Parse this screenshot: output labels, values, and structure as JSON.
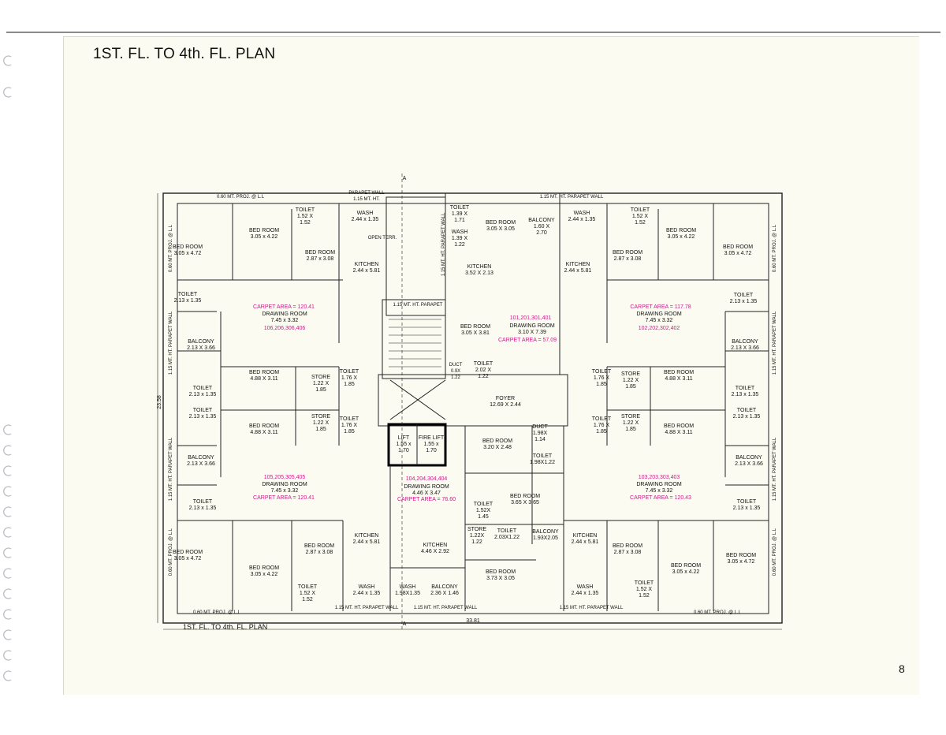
{
  "page": {
    "title": "1ST. FL. TO 4th. FL. PLAN",
    "caption": "1ST. FL. TO 4th. FL. PLAN",
    "page_number": "8"
  },
  "colors": {
    "wall": "#222222",
    "accent_pink": "#d0188a",
    "paper": "#fbfbf1",
    "lift_box": "#000000"
  },
  "plan": {
    "dimensions": {
      "width": "33.81",
      "height": "23.58",
      "section_a": "A"
    },
    "edge_notes": {
      "top_left": "0.60 MT. PROJ. @ L.L",
      "top_parapet": "PARAPET WALL\n1.15 MT. HT.",
      "top_right": "1.15 MT. HT. PARAPET WALL",
      "bottom_left": "0.60 MT. PROJ. @ L.L",
      "bottom_mid_left": "1.15 MT. HT. PARAPET WALL",
      "bottom_mid": "1.15 MT. HT. PARAPET WALL",
      "bottom_mid_right": "1.15 MT. HT. PARAPET WALL",
      "bottom_right": "0.60 MT. PROJ. @ L.L",
      "left_top": "0.60 MT. PROJ. @ L.L",
      "left_mid_top": "1.15 MT. HT. PARAPET WALL",
      "left_mid_bottom": "1.15 MT. HT. PARAPET WALL",
      "left_bottom": "0.60 MT. PROJ. @ L.L",
      "right_top": "0.60 MT. PROJ. @ L.L",
      "right_mid_top": "1.15 MT. HT. PARAPET WALL",
      "right_mid_bottom": "1.15 MT. HT. PARAPET WALL",
      "right_bottom": "0.60 MT. PROJ. @ L.L",
      "stair_parapet": "1.15 MT. HT. PARAPET",
      "open_terr": "OPEN TERR.",
      "vertical_parapet": "1.15 MT. HT. PARAPET WALL"
    },
    "rooms": [
      {
        "id": "tl-toilet-top",
        "text": "TOILET\n1.52 X\n1.52"
      },
      {
        "id": "tl-wash",
        "text": "WASH\n2.44 x 1.35"
      },
      {
        "id": "tl-bed-1",
        "text": "BED ROOM\n3.05 x 4.22"
      },
      {
        "id": "tl-bed-2",
        "text": "BED ROOM\n3.05 x 4.72"
      },
      {
        "id": "tl-bed-3",
        "text": "BED ROOM\n2.87 x 3.08"
      },
      {
        "id": "tl-kitchen",
        "text": "KITCHEN\n2.44 x 5.81"
      },
      {
        "id": "tl-toilet-side",
        "text": "TOILET\n2.13 x 1.35"
      },
      {
        "id": "tl-carpet",
        "text": "CARPET AREA = 120.41"
      },
      {
        "id": "tl-drawing",
        "text": "DRAWING ROOM\n7.45 x 3.32"
      },
      {
        "id": "tl-units",
        "text": "106,206,306,406"
      },
      {
        "id": "tl-balcony",
        "text": "BALCONY\n2.13 X 3.66"
      },
      {
        "id": "tl-bed-4",
        "text": "BED ROOM\n4.88 X 3.11"
      },
      {
        "id": "tl-toilet-2",
        "text": "TOILET\n2.13 x 1.35"
      },
      {
        "id": "tl-store",
        "text": "STORE\n1.22 X\n1.85"
      },
      {
        "id": "tl-toilet-3",
        "text": "TOILET\n1.76 X\n1.85"
      },
      {
        "id": "bl-toilet-1",
        "text": "TOILET\n2.13 x 1.35"
      },
      {
        "id": "bl-bed-1",
        "text": "BED ROOM\n4.88 X 3.11"
      },
      {
        "id": "bl-store",
        "text": "STORE\n1.22 X\n1.85"
      },
      {
        "id": "bl-toilet-2",
        "text": "TOILET\n1.76 X\n1.85"
      },
      {
        "id": "bl-balcony",
        "text": "BALCONY\n2.13 X 3.66"
      },
      {
        "id": "bl-units",
        "text": "105,205,305,405"
      },
      {
        "id": "bl-drawing",
        "text": "DRAWING ROOM\n7.45 x 3.32"
      },
      {
        "id": "bl-carpet",
        "text": "CARPET AREA = 120.41"
      },
      {
        "id": "bl-toilet-3",
        "text": "TOILET\n2.13 x 1.35"
      },
      {
        "id": "bl-bed-2",
        "text": "BED ROOM\n3.05 x 4.72"
      },
      {
        "id": "bl-bed-3",
        "text": "BED ROOM\n3.05 x 4.22"
      },
      {
        "id": "bl-bed-4",
        "text": "BED ROOM\n2.87 x 3.08"
      },
      {
        "id": "bl-kitchen",
        "text": "KITCHEN\n2.44 x 5.81"
      },
      {
        "id": "bl-toilet-4",
        "text": "TOILET\n1.52 X\n1.52"
      },
      {
        "id": "bl-wash",
        "text": "WASH\n2.44 x 1.35"
      },
      {
        "id": "c-toilet",
        "text": "TOILET\n1.39 X\n1.71"
      },
      {
        "id": "c-wash",
        "text": "WASH\n1.39 X\n1.22"
      },
      {
        "id": "c-bed-1",
        "text": "BED ROOM\n3.05 X 3.05"
      },
      {
        "id": "c-balcony",
        "text": "BALCONY\n1.60 X\n2.70"
      },
      {
        "id": "c-kitchen",
        "text": "KITCHEN\n3.52 X 2.13"
      },
      {
        "id": "c-units",
        "text": "101,201,301,401"
      },
      {
        "id": "c-drawing",
        "text": "DRAWING ROOM\n3.10 X 7.39"
      },
      {
        "id": "c-carpet",
        "text": "CARPET AREA = 57.09"
      },
      {
        "id": "c-bed-2",
        "text": "BED ROOM\n3.05 X 3.81"
      },
      {
        "id": "c-toilet-2",
        "text": "TOILET\n2.02 X\n1.22"
      },
      {
        "id": "c-duct",
        "text": "DUCT\n0.9X\n1.22"
      },
      {
        "id": "c-foyer",
        "text": "FOYER\n12.69 X 2.44"
      },
      {
        "id": "lift",
        "text": "LIFT\n1.55 x\n1.70"
      },
      {
        "id": "fire-lift",
        "text": "FIRE LIFT\n1.55 x\n1.70"
      },
      {
        "id": "duct-f",
        "text": "DUCT\n1.98X\n1.14"
      },
      {
        "id": "cb-bed-1",
        "text": "BED ROOM\n3.20 X 2.48"
      },
      {
        "id": "cb-toilet",
        "text": "TOILET\n1.98X1.22"
      },
      {
        "id": "cb-units",
        "text": "104,204,304,404"
      },
      {
        "id": "cb-drawing",
        "text": "DRAWING ROOM\n4.46 X 3.47"
      },
      {
        "id": "cb-carpet",
        "text": "CARPET AREA = 76.60"
      },
      {
        "id": "cb-toilet-2",
        "text": "TOILET\n1.52X\n1.45"
      },
      {
        "id": "cb-bed-2",
        "text": "BED ROOM\n3.65 X 3.65"
      },
      {
        "id": "cb-store",
        "text": "STORE\n1.22X\n1.22"
      },
      {
        "id": "cb-toilet-3",
        "text": "TOILET\n2.03X1.22"
      },
      {
        "id": "cb-balcony",
        "text": "BALCONY\n1.93X2.05"
      },
      {
        "id": "cb-kitchen",
        "text": "KITCHEN\n4.46 X 2.92"
      },
      {
        "id": "cb-bed-3",
        "text": "BED ROOM\n3.73 X 3.05"
      },
      {
        "id": "cb-wash",
        "text": "WASH\n1.98X1.35"
      },
      {
        "id": "cb-balcony-2",
        "text": "BALCONY\n2.36 X 1.46"
      },
      {
        "id": "tr-wash",
        "text": "WASH\n2.44 x 1.35"
      },
      {
        "id": "tr-toilet",
        "text": "TOILET\n1.52 X\n1.52"
      },
      {
        "id": "tr-bed-1",
        "text": "BED ROOM\n3.05 x 4.22"
      },
      {
        "id": "tr-bed-2",
        "text": "BED ROOM\n3.05 x 4.72"
      },
      {
        "id": "tr-bed-3",
        "text": "BED ROOM\n2.87 x 3.08"
      },
      {
        "id": "tr-kitchen",
        "text": "KITCHEN\n2.44 x 5.81"
      },
      {
        "id": "tr-toilet-side",
        "text": "TOILET\n2.13 x 1.35"
      },
      {
        "id": "tr-carpet",
        "text": "CARPET AREA = 117.78"
      },
      {
        "id": "tr-drawing",
        "text": "DRAWING ROOM\n7.45 x 3.32"
      },
      {
        "id": "tr-units",
        "text": "102,202,302,402"
      },
      {
        "id": "tr-balcony",
        "text": "BALCONY\n2.13 X 3.66"
      },
      {
        "id": "tr-bed-4",
        "text": "BED ROOM\n4.88 X 3.11"
      },
      {
        "id": "tr-toilet-2",
        "text": "TOILET\n2.13 x 1.35"
      },
      {
        "id": "tr-store",
        "text": "STORE\n1.22 X\n1.85"
      },
      {
        "id": "tr-toilet-3",
        "text": "TOILET\n1.76 X\n1.85"
      },
      {
        "id": "br-toilet-1",
        "text": "TOILET\n2.13 x 1.35"
      },
      {
        "id": "br-bed-1",
        "text": "BED ROOM\n4.88 X 3.11"
      },
      {
        "id": "br-store",
        "text": "STORE\n1.22 X\n1.85"
      },
      {
        "id": "br-toilet-2",
        "text": "TOILET\n1.76 X\n1.85"
      },
      {
        "id": "br-balcony",
        "text": "BALCONY\n2.13 X 3.66"
      },
      {
        "id": "br-units",
        "text": "103,203,303,403"
      },
      {
        "id": "br-drawing",
        "text": "DRAWING ROOM\n7.45 x 3.32"
      },
      {
        "id": "br-carpet",
        "text": "CARPET AREA = 120.43"
      },
      {
        "id": "br-toilet-3",
        "text": "TOILET\n2.13 x 1.35"
      },
      {
        "id": "br-bed-2",
        "text": "BED ROOM\n3.05 x 4.72"
      },
      {
        "id": "br-bed-3",
        "text": "BED ROOM\n3.05 x 4.22"
      },
      {
        "id": "br-bed-4",
        "text": "BED ROOM\n2.87 x 3.08"
      },
      {
        "id": "br-kitchen",
        "text": "KITCHEN\n2.44 x 5.81"
      },
      {
        "id": "br-toilet-4",
        "text": "TOILET\n1.52 X\n1.52"
      },
      {
        "id": "br-wash",
        "text": "WASH\n2.44 x 1.35"
      }
    ]
  }
}
